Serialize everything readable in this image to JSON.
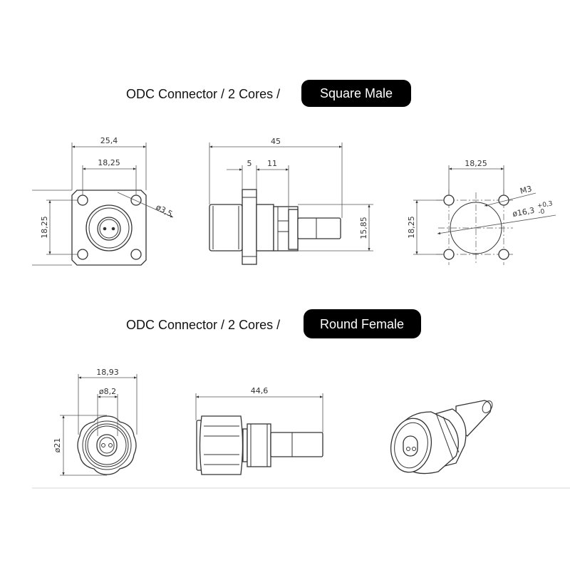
{
  "sections": [
    {
      "title": "ODC Connector / 2 Cores /",
      "badge": "Square Male"
    },
    {
      "title": "ODC Connector / 2 Cores /",
      "badge": "Round Female"
    }
  ],
  "square_male": {
    "front": {
      "width": "25,4",
      "hole_spacing_h": "18,25",
      "hole_spacing_v": "18,25",
      "hole_dia": "ø3,5"
    },
    "side": {
      "length": "45",
      "flange": "5",
      "body": "11",
      "height": "15,85"
    },
    "panel_cutout": {
      "spacing_h": "18,25",
      "spacing_v": "18,25",
      "thread": "M3",
      "cutout_dia": "ø16,3",
      "tol_plus": "+0,3",
      "tol_minus": "-0"
    }
  },
  "round_female": {
    "front": {
      "width": "18,93",
      "insert_dia": "ø8,2",
      "outer_dia": "ø21"
    },
    "side": {
      "length": "44,6"
    }
  },
  "colors": {
    "badge_bg": "#000000",
    "line": "#333333"
  }
}
